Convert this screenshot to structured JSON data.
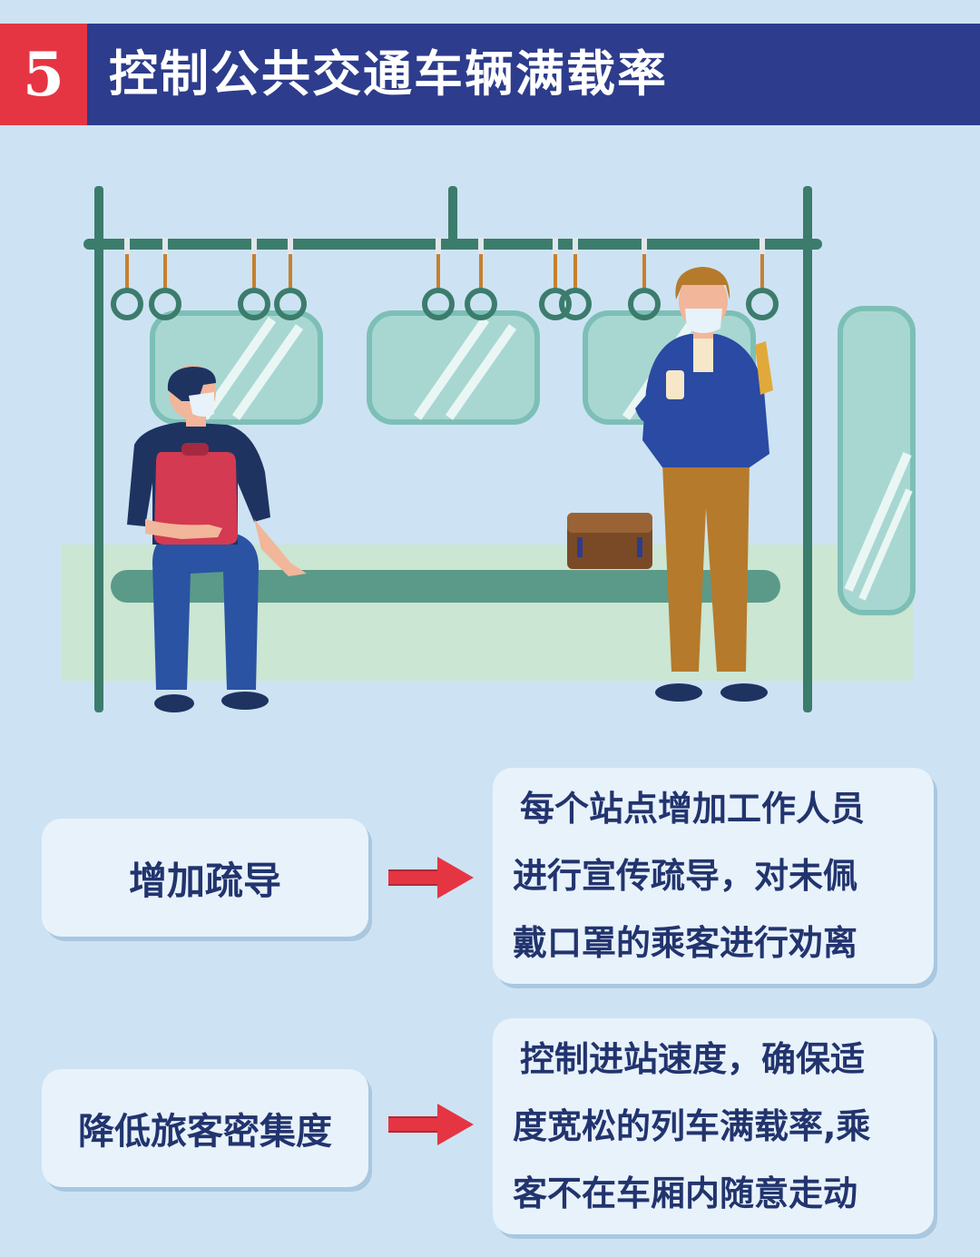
{
  "header": {
    "number": "5",
    "title": "控制公共交通车辆满载率"
  },
  "colors": {
    "header_bg": "#2d3c8c",
    "number_bg": "#e53543",
    "page_bg": "#cde3f3",
    "box_bg": "#e8f2fb",
    "text": "#22346e",
    "arrow": "#e53543"
  },
  "measures": [
    {
      "label": "增加疏导",
      "description_lines": [
        "每个站点增加工作人员",
        "进行宣传疏导，对未佩",
        "戴口罩的乘客进行劝离"
      ]
    },
    {
      "label": "降低旅客密集度",
      "description_lines": [
        "控制进站速度，确保适",
        "度宽松的列车满载率,乘",
        "客不在车厢内随意走动"
      ]
    }
  ]
}
